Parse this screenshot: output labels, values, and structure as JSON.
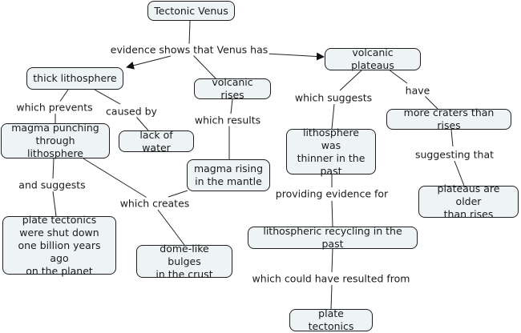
{
  "map_title": "Tectonic Venus",
  "concepts": {
    "tectonic_venus": "Tectonic Venus",
    "thick_lithosphere": "thick lithosphere",
    "volcanic_rises": "volcanic rises",
    "volcanic_plateaus": "volcanic plateaus",
    "magma_punching": "magma punching\nthrough lithosphere",
    "lack_of_water": "lack of water",
    "magma_rising": "magma rising\nin the mantle",
    "lithosphere_thinner": "lithosphere was\nthinner in the\npast",
    "more_craters": "more craters than rises",
    "plateaus_older": "plateaus are older\nthan rises",
    "plate_tectonics_shut": "plate tectonics\nwere shut down\none billion years ago\non the planet",
    "dome_bulges": "dome-like bulges\nin the crust",
    "lithospheric_recycling": "lithospheric recycling in the past",
    "plate_tectonics": "plate tectonics"
  },
  "links": {
    "evidence_shows": "evidence shows that Venus has",
    "which_prevents": "which prevents",
    "caused_by": "caused by",
    "which_results": "which results",
    "which_suggests": "which suggests",
    "have": "have",
    "and_suggests": "and suggests",
    "which_creates": "which creates",
    "suggesting_that": "suggesting that",
    "providing_evidence": "providing evidence for",
    "could_have_resulted": "which could have resulted from"
  }
}
